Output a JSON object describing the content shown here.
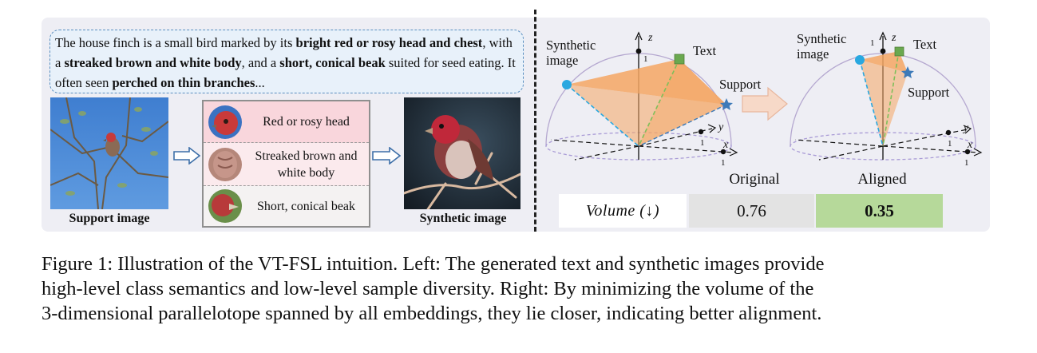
{
  "description": {
    "segments": [
      {
        "text": "The house finch is a small bird marked by its ",
        "bold": false
      },
      {
        "text": "bright red or rosy head and chest",
        "bold": true
      },
      {
        "text": ", with a ",
        "bold": false
      },
      {
        "text": "streaked brown and white body",
        "bold": true
      },
      {
        "text": ", and a ",
        "bold": false
      },
      {
        "text": "short, conical beak",
        "bold": true
      },
      {
        "text": " suited for seed eating. It often seen ",
        "bold": false
      },
      {
        "text": "perched on thin branches",
        "bold": true
      },
      {
        "text": "...",
        "bold": false
      }
    ]
  },
  "left": {
    "support_label": "Support image",
    "synthetic_label": "Synthetic image",
    "attributes": [
      {
        "label": "Red or rosy head"
      },
      {
        "label": "Streaked brown and white body"
      },
      {
        "label": "Short, conical beak"
      }
    ]
  },
  "right": {
    "original": {
      "synthetic_label_l1": "Synthetic",
      "synthetic_label_l2": "image",
      "text_label": "Text",
      "support_label": "Support"
    },
    "aligned": {
      "synthetic_label_l1": "Synthetic",
      "synthetic_label_l2": "image",
      "text_label": "Text",
      "support_label": "Support"
    },
    "axes": {
      "x": "x",
      "y": "y",
      "z": "z",
      "tick": "1"
    },
    "column_original": "Original",
    "column_aligned": "Aligned",
    "volume_label": "Volume (↓)",
    "volume_original": "0.76",
    "volume_aligned": "0.35"
  },
  "colors": {
    "synthetic_point": "#29a8e0",
    "text_point": "#6aa84f",
    "support_point": "#3d7ab8",
    "triangle_fill": "#f5a663",
    "aligned_cell": "#b6d99a",
    "original_cell": "#e3e3e3"
  },
  "caption": {
    "line1": "Figure 1: Illustration of the VT-FSL intuition. Left: The generated text and synthetic images provide",
    "line2": "high-level class semantics and low-level sample diversity. Right: By minimizing the volume of the",
    "line3": "3-dimensional parallelotope spanned by all embeddings, they lie closer, indicating better alignment."
  }
}
